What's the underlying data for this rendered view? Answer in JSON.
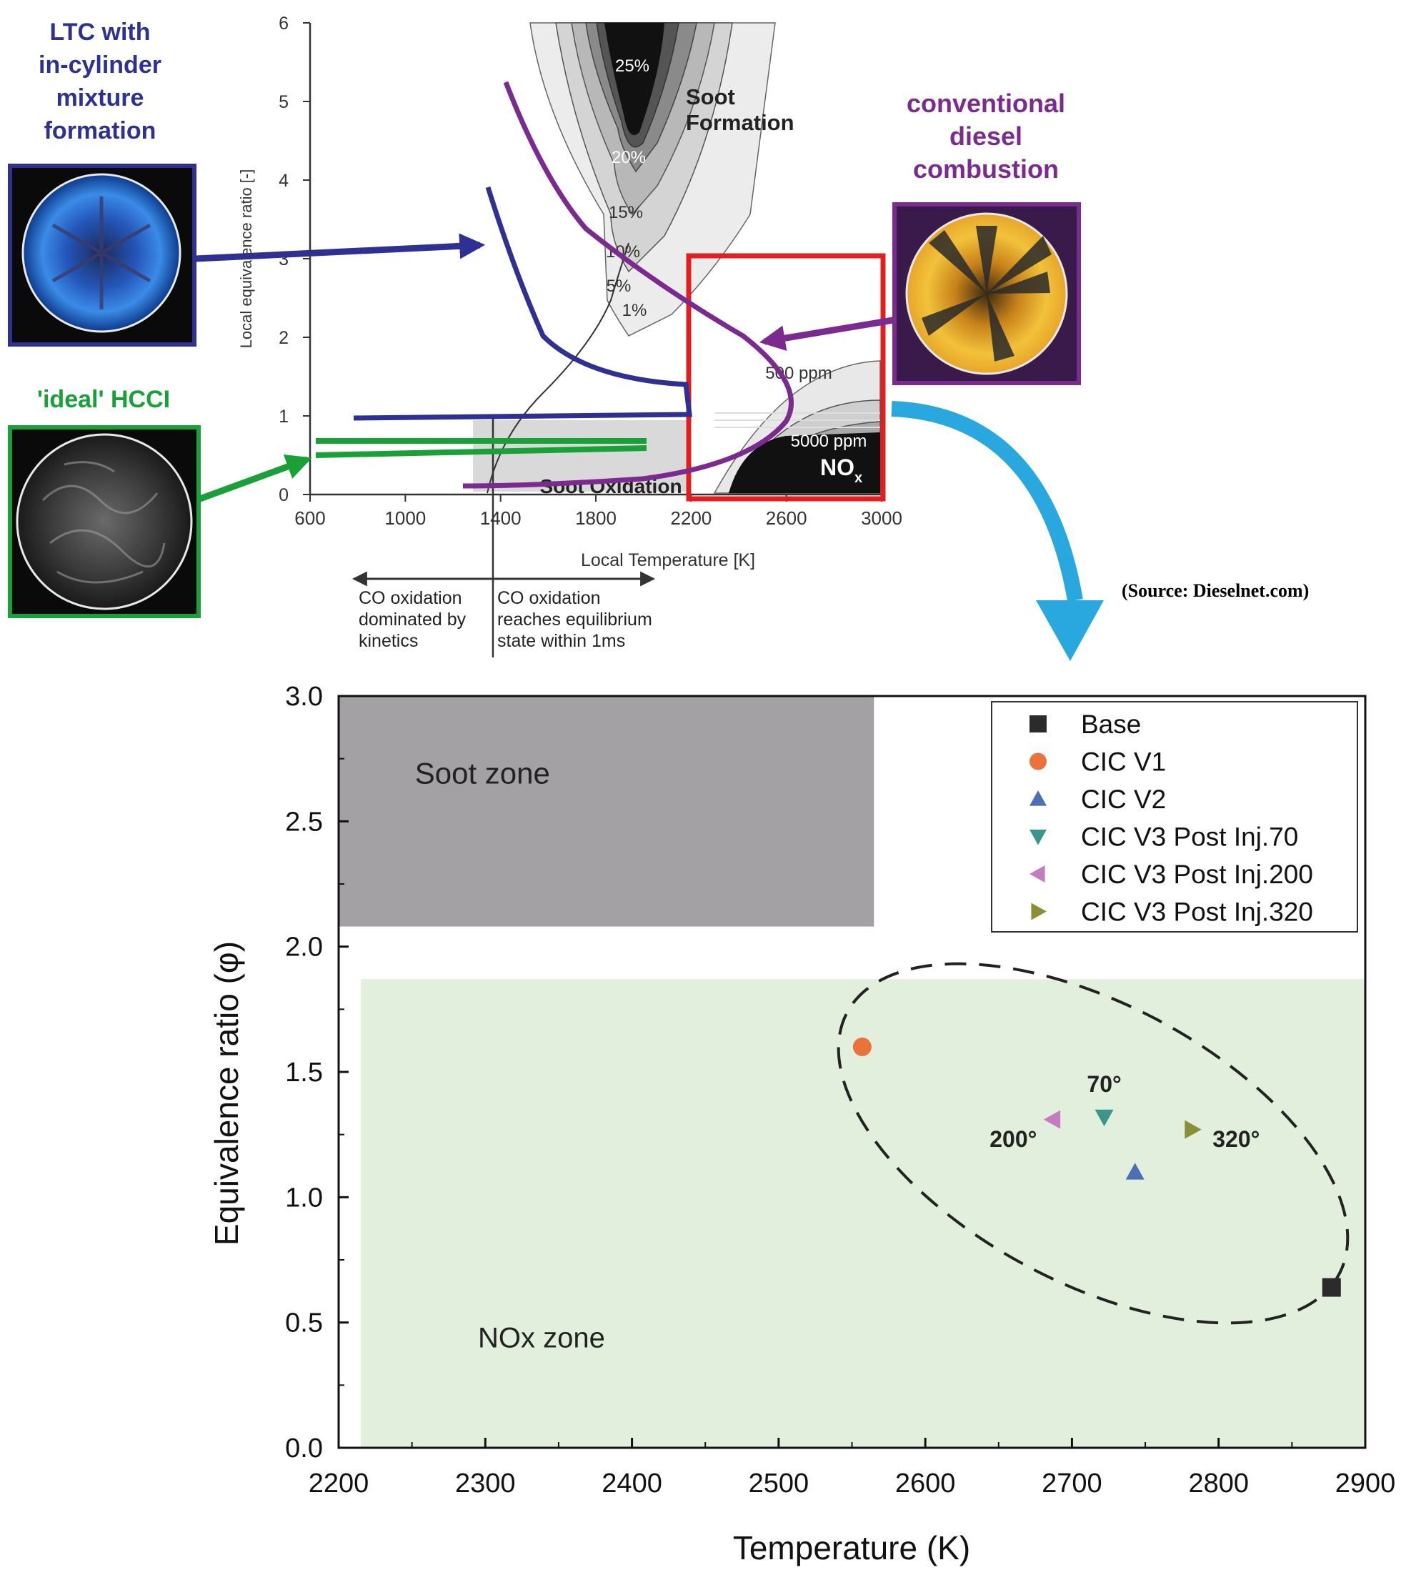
{
  "top_panel": {
    "ltc_label": [
      "LTC with",
      "in-cylinder",
      "mixture",
      "formation"
    ],
    "hcci_label": "'ideal' HCCI",
    "conventional_label": [
      "conventional",
      "diesel",
      "combustion"
    ],
    "source": "(Source: Dieselnet.com)",
    "co_note_left": [
      "CO oxidation",
      "dominated by",
      "kinetics"
    ],
    "co_note_right": [
      "CO oxidation",
      "reaches equilibrium",
      "state within 1ms"
    ],
    "soot_formation_label": [
      "Soot",
      "Formation"
    ],
    "soot_oxidation_label": "Soot Oxidation",
    "nox_label": "NO",
    "nox_subscript": "x",
    "contour_labels": [
      "25%",
      "20%",
      "15%",
      "10%",
      "5%",
      "1%",
      "500 ppm",
      "5000 ppm"
    ],
    "colors": {
      "ltc": "#2e3192",
      "hcci": "#1aa038",
      "conventional": "#7b2a8f",
      "box": "#e02020",
      "arrow": "#29a8e0"
    }
  },
  "chart_data": [
    {
      "type": "contour",
      "xlabel": "Local Temperature [K]",
      "ylabel": "Local equivalence ratio [-]",
      "xlim": [
        600,
        3000
      ],
      "ylim": [
        0,
        6
      ],
      "xticks": [
        600,
        1000,
        1400,
        1800,
        2200,
        2600,
        3000
      ],
      "yticks": [
        0,
        1,
        2,
        3,
        4,
        5,
        6
      ]
    },
    {
      "type": "scatter",
      "xlabel": "Temperature (K)",
      "ylabel": "Equivalence ratio (φ)",
      "xlim": [
        2200,
        2900
      ],
      "ylim": [
        0.0,
        3.0
      ],
      "xticks": [
        "2200",
        "2300",
        "2400",
        "2500",
        "2600",
        "2700",
        "2800",
        "2900"
      ],
      "yticks": [
        "0.0",
        "0.5",
        "1.0",
        "1.5",
        "2.0",
        "2.5",
        "3.0"
      ],
      "zones": [
        {
          "name": "Soot zone",
          "x": [
            2200,
            2565
          ],
          "y": [
            2.08,
            3.0
          ],
          "color": "#a3a1a3"
        },
        {
          "name": "NOx zone",
          "x": [
            2215,
            2900
          ],
          "y": [
            0.0,
            1.87
          ],
          "color": "#e2efdc"
        }
      ],
      "series": [
        {
          "name": "Base",
          "marker": "square",
          "color": "#2b2b2b",
          "x": 2877,
          "y": 0.64
        },
        {
          "name": "CIC V1",
          "marker": "circle",
          "color": "#e9733a",
          "x": 2557,
          "y": 1.6
        },
        {
          "name": "CIC V2",
          "marker": "triangle-up",
          "color": "#4a6fb5",
          "x": 2743,
          "y": 1.1
        },
        {
          "name": "CIC V3 Post Inj.70",
          "marker": "triangle-down",
          "color": "#3a958b",
          "x": 2722,
          "y": 1.32
        },
        {
          "name": "CIC V3 Post Inj.200",
          "marker": "triangle-left",
          "color": "#c47cc0",
          "x": 2687,
          "y": 1.31
        },
        {
          "name": "CIC V3 Post Inj.320",
          "marker": "triangle-right",
          "color": "#8a8f34",
          "x": 2782,
          "y": 1.27
        }
      ],
      "annotations": [
        {
          "text": "70°",
          "x": 2722,
          "y": 1.42
        },
        {
          "text": "200°",
          "x": 2660,
          "y": 1.2
        },
        {
          "text": "320°",
          "x": 2812,
          "y": 1.2
        }
      ],
      "legend": "top-right"
    }
  ]
}
